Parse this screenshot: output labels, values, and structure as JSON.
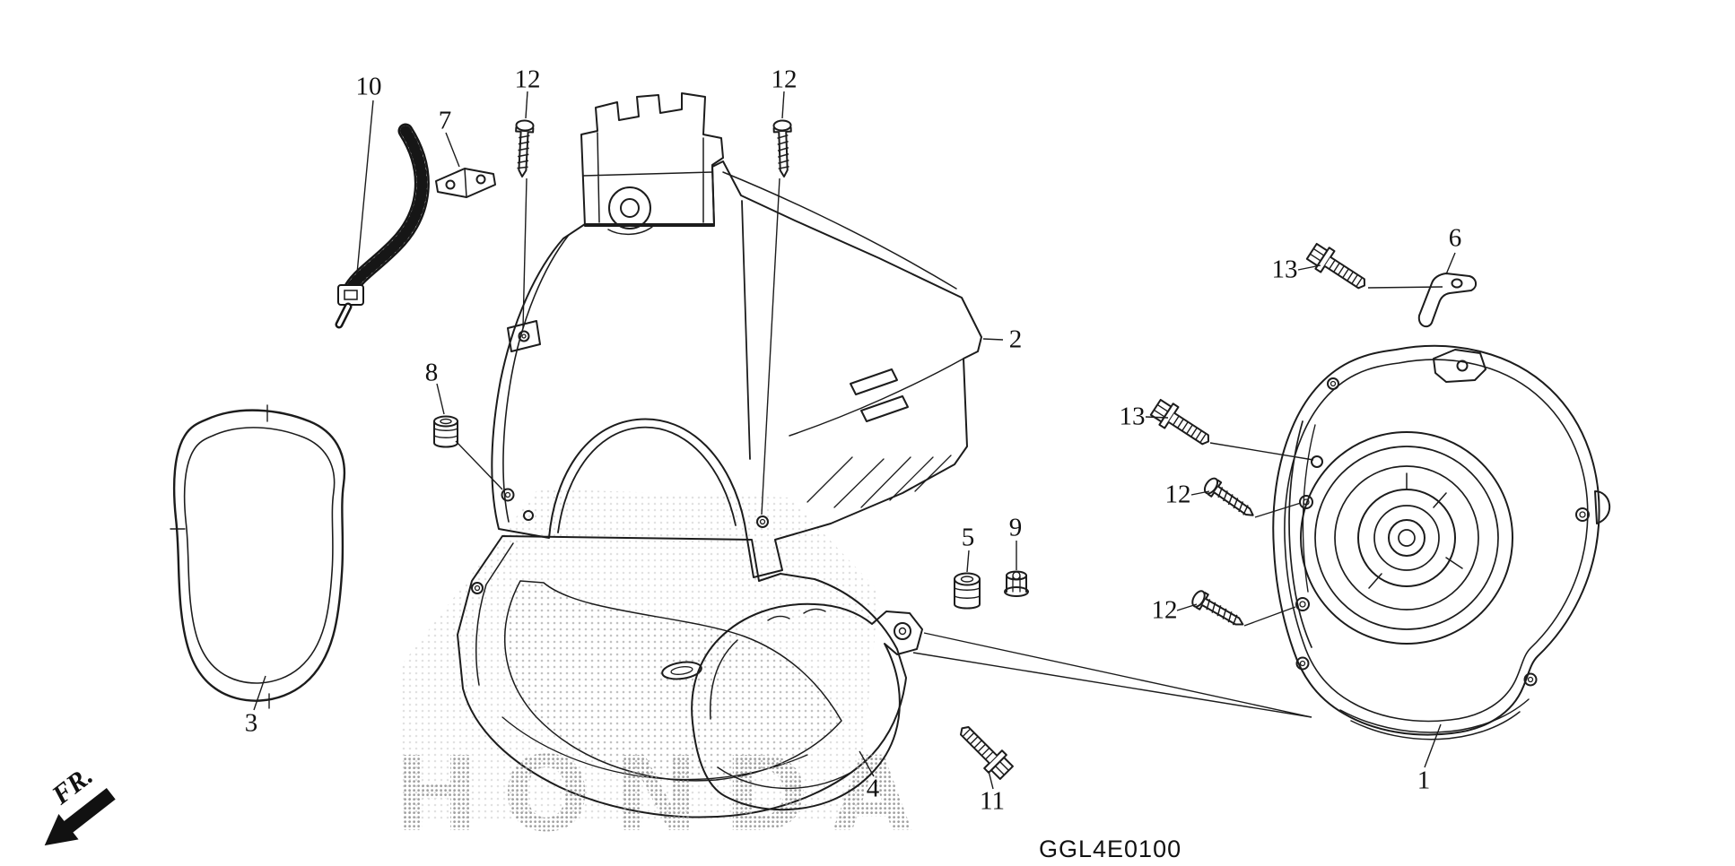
{
  "diagram": {
    "code": "GGL4E0100",
    "front_label": "FR.",
    "watermark": "HONDA",
    "callouts": [
      {
        "label": "10"
      },
      {
        "label": "7"
      },
      {
        "label": "12"
      },
      {
        "label": "12"
      },
      {
        "label": "2"
      },
      {
        "label": "8"
      },
      {
        "label": "6"
      },
      {
        "label": "13"
      },
      {
        "label": "13"
      },
      {
        "label": "12"
      },
      {
        "label": "12"
      },
      {
        "label": "5"
      },
      {
        "label": "9"
      },
      {
        "label": "3"
      },
      {
        "label": "4"
      },
      {
        "label": "11"
      },
      {
        "label": "1"
      }
    ]
  }
}
